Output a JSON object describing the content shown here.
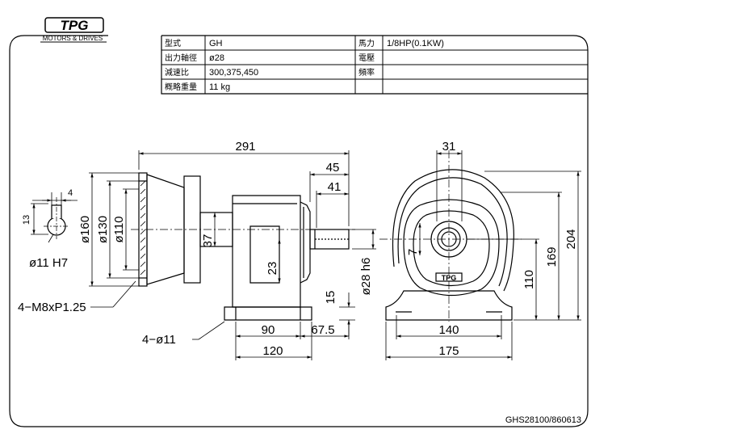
{
  "logo": {
    "mark": "TPG",
    "subtitle": "MOTORS & DRIVES"
  },
  "spec_table": {
    "rows": [
      {
        "label": "型式",
        "value": "GH",
        "label2": "馬力",
        "value2": "1/8HP(0.1KW)"
      },
      {
        "label": "出力軸徑",
        "value": "ø28",
        "label2": "電壓",
        "value2": ""
      },
      {
        "label": "減速比",
        "value": "300,375,450",
        "label2": "頻率",
        "value2": ""
      },
      {
        "label": "概略重量",
        "value": "11 kg",
        "label2": "",
        "value2": ""
      }
    ]
  },
  "dimensions": {
    "overall_length": "291",
    "shaft_45": "45",
    "shaft_41": "41",
    "keyway_4": "4",
    "keyway_13": "13",
    "bore_11": "ø11 H7",
    "dia_160": "ø160",
    "dia_130": "ø130",
    "dia_110": "ø110",
    "h_37": "37",
    "h_23": "23",
    "shaft_dia": "ø28 h6",
    "h_15": "15",
    "base_90": "90",
    "base_67_5": "67.5",
    "base_120": "120",
    "holes_flange": "4−M8xP1.25",
    "holes_base": "4−ø11",
    "top_31": "31",
    "key_7": "7",
    "h_110": "110",
    "h_169": "169",
    "h_204": "204",
    "w_140": "140",
    "w_175": "175"
  },
  "drawing_number": "GHS28100/860613"
}
